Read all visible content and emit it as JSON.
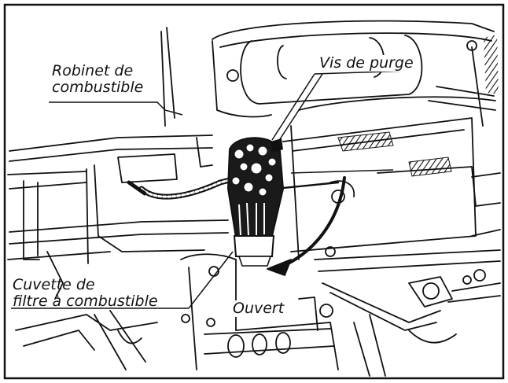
{
  "labels": {
    "robinet": [
      "Robinet de",
      "combustible"
    ],
    "vis": "Vis de purge",
    "cuvette": [
      "Cuvette de",
      "filtre à combustible"
    ],
    "ouvert": "Ouvert"
  },
  "colors": {
    "ink": "#111111",
    "paper": "#ffffff"
  }
}
